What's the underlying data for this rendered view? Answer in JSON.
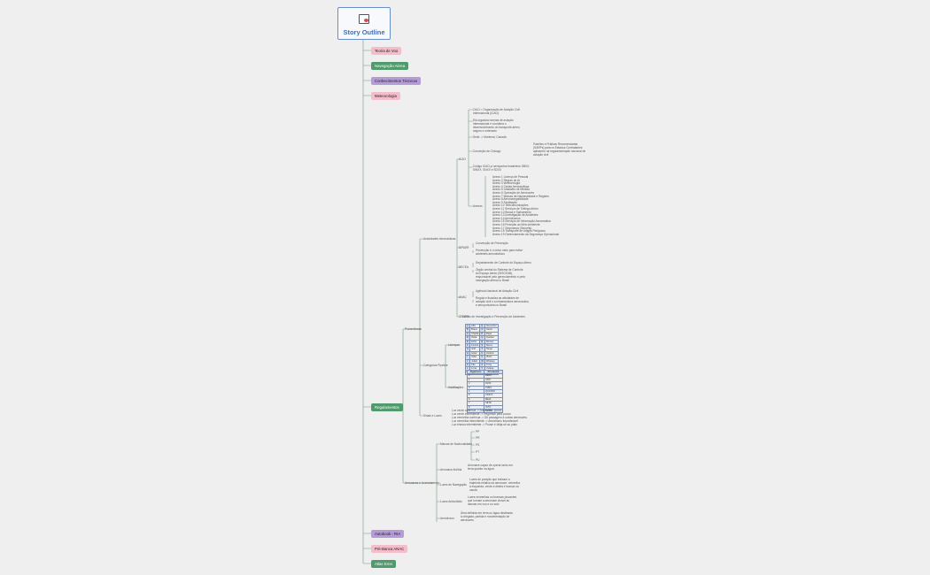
{
  "root": {
    "title": "Story Outline",
    "icon": "document-edit-icon"
  },
  "branches": [
    {
      "label": "Teoria de Voo"
    },
    {
      "label": "Navegação Aérea"
    },
    {
      "label": "Conhecimentos Técnicos"
    },
    {
      "label": "Meteorologia"
    },
    {
      "label": "Regulamentos"
    },
    {
      "label": "Autobook - RIA"
    },
    {
      "label": "Pré-Banca ANAC"
    },
    {
      "label": "Atlas Errei"
    }
  ],
  "regulamentos": {
    "sub": [
      "Proveniência",
      "Aeronaves e Licenciamento"
    ],
    "proveniencia_children": [
      "Autoridades Aeronáuticas",
      "Categorias Pipeline",
      "Sinais e Luzes"
    ],
    "autoridades": [
      "ICAO",
      "SIPAER",
      "DECEA",
      "ANAC",
      "CENIPA"
    ]
  },
  "icao": {
    "items": [
      "Conveção de Chicago",
      "Anexos"
    ],
    "notes": [
      "OACI = Organização de Aviação Civil Internacional (ICAO)",
      "Ela organiza normas de aviação internacional e coordena o desenvolvimento do transporte aéreo seguro e ordenado",
      "Sede -> Montreal, Canadá",
      "Código ICAO p/ aeroportos brasileiros SBXX, SWXX, SNXX e SDXX",
      "Padrões e Práticas Recomendadas (SARPs) para os Estados Contratantes aplicarem na regulamentação nacional de aviação civil"
    ],
    "anexos": [
      "Anexo 1 Licença de Pessoal",
      "Anexo 2 Regras do Ar",
      "Anexo 3 Meteorologia",
      "Anexo 4 Cartas Aeronáuticas",
      "Anexo 5 Unidades de Medida",
      "Anexo 6 Operação de Aeronaves",
      "Anexo 7 Marcas de Nacionalidade e Registro",
      "Anexo 8 Aeronavegabilidade",
      "Anexo 9 Facilitação",
      "Anexo 10 Telecomunicações",
      "Anexo 11 Serviços de Tráfego Aéreo",
      "Anexo 12 Busca e Salvamento",
      "Anexo 13 Investigação de Acidentes",
      "Anexo 14 Aeródromos",
      "Anexo 15 Serviços de Informação Aeronáutica",
      "Anexo 16 Proteção ao Meio Ambiente",
      "Anexo 17 Segurança (Security)",
      "Anexo 18 Transporte de Artigos Perigosos",
      "Anexo 19 Gerenciamento da Segurança Operacional"
    ]
  },
  "sipaer": [
    "Convenção de Prevenção",
    "Prevenção é o único meio para evitar acidentes aeronáuticos"
  ],
  "decea": [
    "Departamento de Controle do Espaço Aéreo",
    "Órgão central do Sistema de Controle do Espaço Aéreo (SISCEAB), responsável pelo gerenciamento e pela navegação aérea no Brasil"
  ],
  "anac": [
    "Agência Nacional de Aviação Civil",
    "Regula e fiscaliza as atividades de aviação civil e a infraestrutura aeronáutica e aeroportuária no Brasil"
  ],
  "cenipa": [
    "Centro de Investigação e Prevenção de Acidentes"
  ],
  "categorias": {
    "children": [
      "Licenças",
      "Habilitações"
    ],
    "table_head": [
      "Algarismo",
      "Pronúncia"
    ],
    "table_rows": [
      [
        "0",
        "ZÉRO"
      ],
      [
        "1",
        "UNO"
      ],
      [
        "2",
        "DOIS"
      ],
      [
        "3",
        "TRÊS"
      ],
      [
        "4",
        "QUATRO"
      ],
      [
        "5",
        "CINCO"
      ],
      [
        "6",
        "MEIA"
      ],
      [
        "7",
        "SETE"
      ],
      [
        "8",
        "OITO"
      ],
      [
        "9",
        "NOVE"
      ]
    ],
    "alphabet": [
      [
        "A",
        "Alfa",
        "N",
        "November"
      ],
      [
        "B",
        "Bravo",
        "O",
        "Oscar"
      ],
      [
        "C",
        "Charlie",
        "P",
        "Papa"
      ],
      [
        "D",
        "Delta",
        "Q",
        "Quebec"
      ],
      [
        "E",
        "Echo",
        "R",
        "Romeo"
      ],
      [
        "F",
        "Foxtrot",
        "S",
        "Sierra"
      ],
      [
        "G",
        "Golf",
        "T",
        "Tango"
      ],
      [
        "H",
        "Hotel",
        "U",
        "Uniform"
      ],
      [
        "I",
        "India",
        "V",
        "Victor"
      ],
      [
        "J",
        "Juliett",
        "W",
        "Whiskey"
      ],
      [
        "K",
        "Kilo",
        "X",
        "X-ray"
      ],
      [
        "L",
        "Lima",
        "Y",
        "Yankee"
      ],
      [
        "M",
        "Mike",
        "Z",
        "Zulu"
      ]
    ]
  },
  "sinais": [
    "Luz verde contínua -> Autorizado pouso",
    "Luz verde intermitente -> Regresse para pouso",
    "Luz vermelha contínua -> Dê passagem a outras aeronaves",
    "Luz vermelha intermitente -> Aeródromo impraticável",
    "Luz branca intermitente -> Pouse e dirija-se ao pátio"
  ],
  "aeronaves": {
    "children": [
      "Marcas de Nacionalidade",
      "Aeronave Anfíbia",
      "Luzes de Navegação",
      "Luzes Anticolisão",
      "Aeródromo"
    ],
    "marcas": [
      "PP",
      "PR",
      "PS",
      "PT",
      "PU"
    ],
    "notes": [
      "Aeronave capaz de operar tanto em terra quanto na água",
      "Luzes de posição que indicam a trajetória relativa da aeronave: vermelha à esquerda, verde à direita e branca na cauda",
      "Luzes vermelhas ou brancas piscantes que tornam a aeronave visível às demais em voo e no solo",
      "Área definida em terra ou água destinada à chegada, partida e movimentação de aeronaves"
    ]
  }
}
